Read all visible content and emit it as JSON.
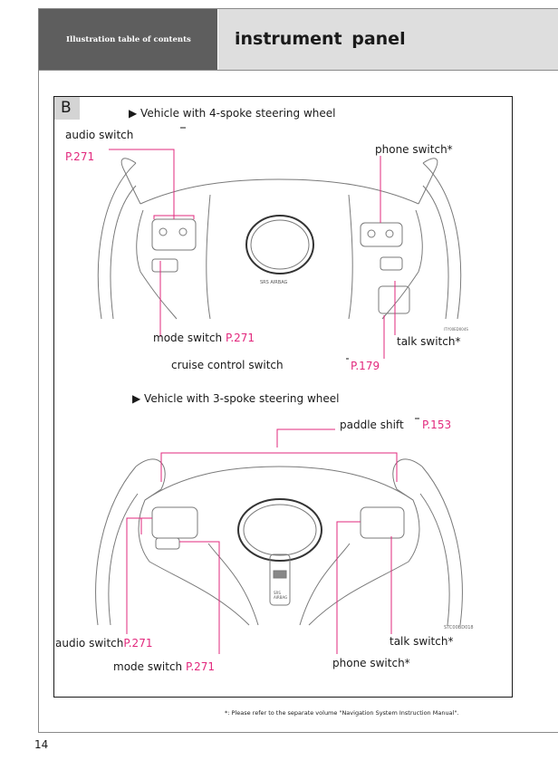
{
  "header": {
    "section": "Illustration table of contents",
    "title": "instrument  panel"
  },
  "badge": "B",
  "section1": {
    "heading": "Vehicle with 4-spoke steering wheel",
    "audio_switch": "audio switch",
    "audio_ref": "P.271",
    "phone_switch": "phone switch*",
    "mode_switch": "mode switch",
    "mode_ref": "P.271",
    "talk_switch": "talk switch*",
    "cruise_switch": "cruise control switch",
    "cruise_ref": "P.179",
    "image_code": "ITY00ED004S",
    "airbag": "SRS AIRBAG"
  },
  "section2": {
    "heading": "Vehicle with 3-spoke steering wheel",
    "paddle_shift": "paddle shift",
    "paddle_ref": "P.153",
    "audio_switch": "audio switch",
    "audio_ref": "P.271",
    "mode_switch": "mode switch",
    "mode_ref": "P.271",
    "talk_switch": "talk switch*",
    "phone_switch": "phone switch*",
    "image_code": "STC00BD018",
    "airbag_1": "SRS",
    "airbag_2": "AIRBAG"
  },
  "footnote": "*: Please refer to the separate volume \"Navigation System Instruction Manual\".",
  "page_number": "14",
  "colors": {
    "accent": "#e2287d",
    "header_dark": "#5e5e5e",
    "header_light": "#dedede"
  }
}
